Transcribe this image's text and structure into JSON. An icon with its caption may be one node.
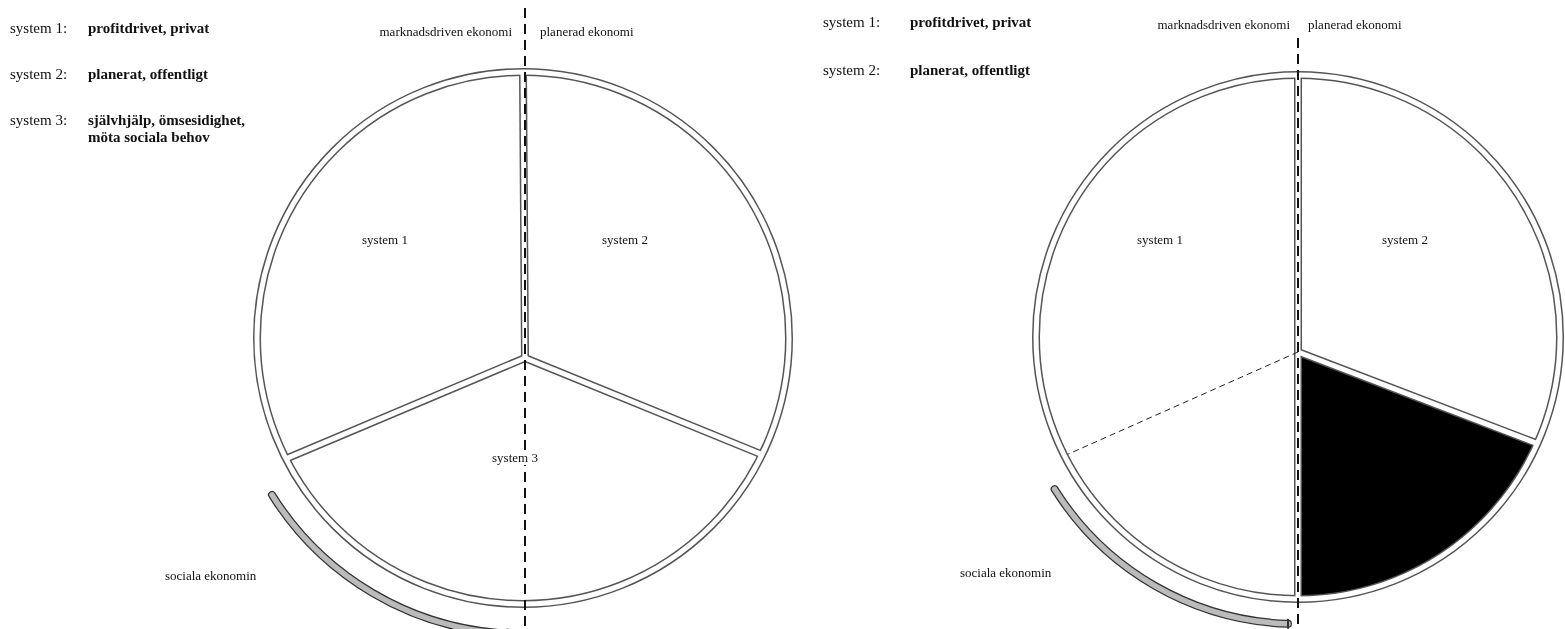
{
  "diagram": {
    "nodes": [
      {
        "text": [
          "system 1"
        ]
      },
      {
        "text": [
          "system 2"
        ]
      },
      {
        "text": [
          "system 3"
        ]
      },
      {
        "text": [
          "system 1"
        ]
      },
      {
        "text": [
          "system 2"
        ]
      },
      {
        "text": [],
        "shape": "wedge"
      }
    ],
    "edges": [],
    "labels": [
      "system 1:",
      "profitdrivet, privat",
      "marknadsdriven ekonomi",
      "planerad ekonomi",
      "system 2:",
      "planerat, offentligt",
      "system 3:",
      "självhjälp, ömsesidighet, möta sociala behov",
      "sociala ekonomin",
      "system 1:",
      "profitdrivet, privat",
      "marknadsdriven ekonomi",
      "planerad ekonomi",
      "system 2:",
      "planerat, offentligt",
      "sociala ekonomin"
    ]
  }
}
